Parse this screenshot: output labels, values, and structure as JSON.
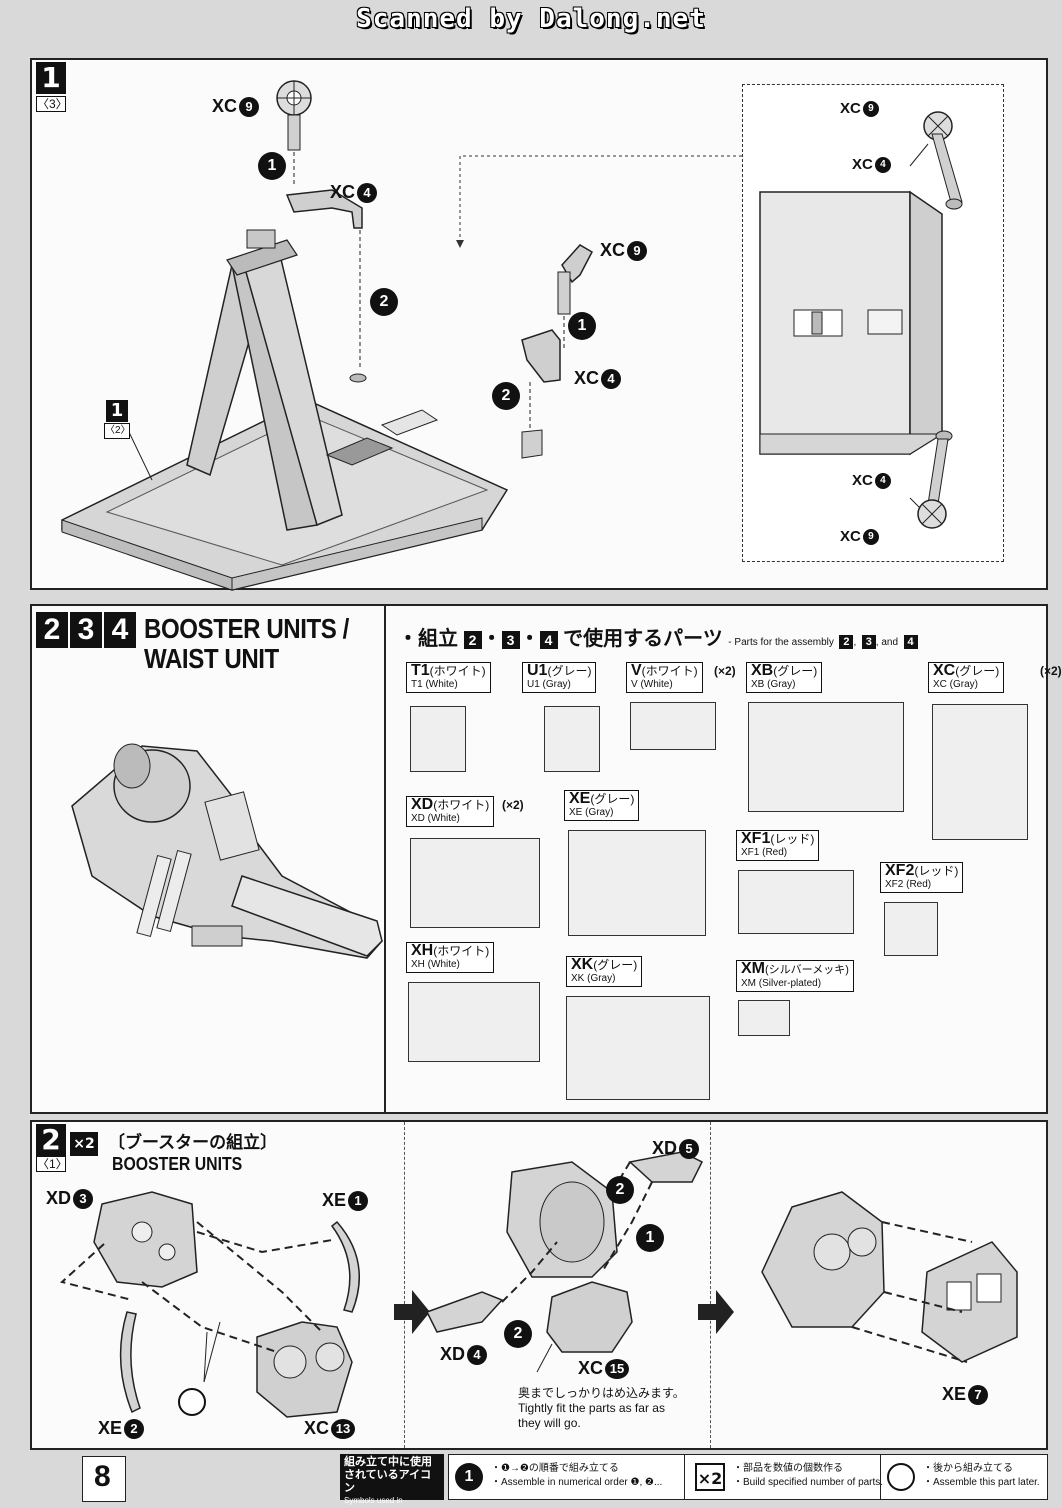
{
  "watermark": "Scanned by Dalong.net",
  "step1": {
    "number": "1",
    "sub": "〈3〉",
    "inner_step": "1",
    "inner_sub": "〈2〉",
    "labels": {
      "xc9_top": "XC",
      "xc9_top_n": "9",
      "xc4_top": "XC",
      "xc4_top_n": "4",
      "xc9_mid": "XC",
      "xc9_mid_n": "9",
      "xc4_mid": "XC",
      "xc4_mid_n": "4",
      "xc9_inset_top": "XC",
      "xc9_inset_top_n": "9",
      "xc4_inset_top": "XC",
      "xc4_inset_top_n": "4",
      "xc4_inset_bot": "XC",
      "xc4_inset_bot_n": "4",
      "xc9_inset_bot": "XC",
      "xc9_inset_bot_n": "9"
    },
    "order": [
      "1",
      "2",
      "1",
      "2"
    ]
  },
  "step234": {
    "numbers": [
      "2",
      "3",
      "4"
    ],
    "title_line1": "BOOSTER UNITS /",
    "title_line2": "WAIST UNIT",
    "parts_heading_jp": "・組立",
    "parts_heading_mid": "で使用するパーツ",
    "parts_heading_en": "- Parts for the assembly",
    "parts_heading_and": ", and",
    "runners": [
      {
        "code": "T1",
        "jp": "(ホワイト)",
        "en": "T1 (White)",
        "mult": ""
      },
      {
        "code": "U1",
        "jp": "(グレー)",
        "en": "U1 (Gray)",
        "mult": ""
      },
      {
        "code": "V",
        "jp": "(ホワイト)",
        "en": "V (White)",
        "mult": "(×2)"
      },
      {
        "code": "XB",
        "jp": "(グレー)",
        "en": "XB (Gray)",
        "mult": ""
      },
      {
        "code": "XC",
        "jp": "(グレー)",
        "en": "XC (Gray)",
        "mult": "(×2)"
      },
      {
        "code": "XD",
        "jp": "(ホワイト)",
        "en": "XD (White)",
        "mult": "(×2)"
      },
      {
        "code": "XE",
        "jp": "(グレー)",
        "en": "XE (Gray)",
        "mult": ""
      },
      {
        "code": "XF1",
        "jp": "(レッド)",
        "en": "XF1 (Red)",
        "mult": ""
      },
      {
        "code": "XF2",
        "jp": "(レッド)",
        "en": "XF2 (Red)",
        "mult": ""
      },
      {
        "code": "XH",
        "jp": "(ホワイト)",
        "en": "XH (White)",
        "mult": ""
      },
      {
        "code": "XK",
        "jp": "(グレー)",
        "en": "XK (Gray)",
        "mult": ""
      },
      {
        "code": "XM",
        "jp": "(シルバーメッキ)",
        "en": "XM (Silver-plated)",
        "mult": ""
      }
    ]
  },
  "step2": {
    "number": "2",
    "multiplier": "×2",
    "sub": "〈1〉",
    "title_jp": "〔ブースターの組立〕",
    "title_en": "BOOSTER UNITS",
    "labels": {
      "xd3": "XD",
      "xd3_n": "3",
      "xe1": "XE",
      "xe1_n": "1",
      "xe2": "XE",
      "xe2_n": "2",
      "xc13": "XC",
      "xc13_n": "13",
      "xd5": "XD",
      "xd5_n": "5",
      "xd4": "XD",
      "xd4_n": "4",
      "xc15": "XC",
      "xc15_n": "15",
      "xe7": "XE",
      "xe7_n": "7"
    },
    "order": [
      "2",
      "1",
      "2"
    ],
    "note_jp": "奥までしっかりはめ込みます。",
    "note_en1": "Tightly fit the parts as far as",
    "note_en2": "they will go."
  },
  "footer": {
    "page": "8",
    "legend_title_jp1": "組み立て中に使用",
    "legend_title_jp2": "されているアイコン",
    "legend_title_en": "Symbols used in instructions",
    "items": [
      {
        "icon": "1",
        "jp": "・❶→❷の順番で組み立てる",
        "en": "・Assemble in numerical order ❶, ❷..."
      },
      {
        "icon": "×2",
        "jp": "・部品を数値の個数作る",
        "en": "・Build specified number of parts."
      },
      {
        "icon": "",
        "jp": "・後から組み立てる",
        "en": "・Assemble this part later."
      }
    ]
  },
  "colors": {
    "ink": "#111111",
    "paper": "#fbfbfb",
    "part_fill": "#d6d6d6",
    "page_bg": "#d9d9d9"
  }
}
